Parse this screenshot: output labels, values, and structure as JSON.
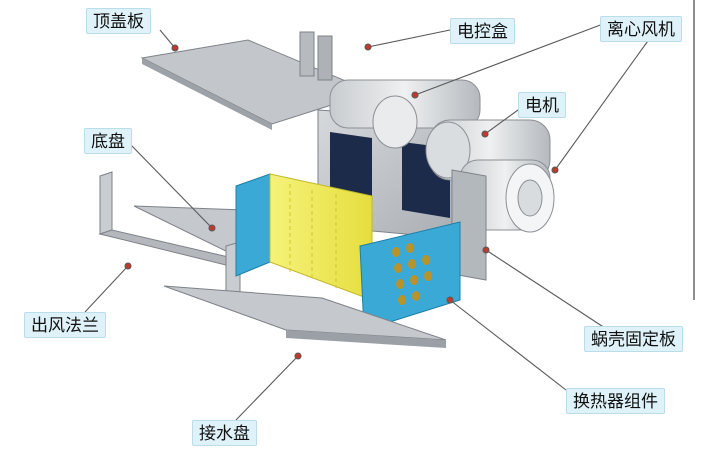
{
  "labels": {
    "top_cover": "顶盖板",
    "control_box": "电控盒",
    "centrifugal_fan": "离心风机",
    "motor": "电机",
    "base_pan": "底盘",
    "outlet_flange": "出风法兰",
    "volute_plate": "蜗壳固定板",
    "heat_exchanger": "换热器组件",
    "drain_pan": "接水盘"
  },
  "colors": {
    "label_bg": "#dff2f9",
    "leader": "#5a5a5a",
    "metal": "#bfc3c8",
    "metal_dark": "#8f959c",
    "coil": "#f2ef5a",
    "coil_side": "#3aa9d6",
    "window": "#1c2b4a",
    "tube": "#b8932a"
  }
}
